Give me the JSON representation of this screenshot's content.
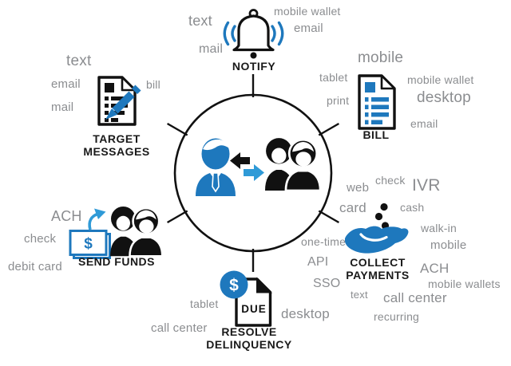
{
  "colors": {
    "icon_blue": "#1e78bd",
    "arrow_light_blue": "#2f9ad7",
    "icon_black": "#111111",
    "keyword_gray": "#8b8d90",
    "label_black": "#1a1a1a"
  },
  "groups": {
    "notify": {
      "label": "NOTIFY",
      "keywords": {
        "text": "text",
        "mail": "mail",
        "mobile_wallet": "mobile wallet",
        "email": "email"
      }
    },
    "target_messages": {
      "label_line1": "TARGET",
      "label_line2": "MESSAGES",
      "keywords": {
        "text": "text",
        "email": "email",
        "mail": "mail",
        "bill": "bill"
      }
    },
    "bill": {
      "label": "BILL",
      "keywords": {
        "mobile": "mobile",
        "tablet": "tablet",
        "print": "print",
        "mobile_wallet": "mobile wallet",
        "desktop": "desktop",
        "email": "email"
      }
    },
    "collect_payments": {
      "label_line1": "COLLECT",
      "label_line2": "PAYMENTS",
      "keywords": {
        "web": "web",
        "check": "check",
        "ivr": "IVR",
        "card": "card",
        "cash": "cash",
        "walk_in": "walk-in",
        "one_time": "one-time",
        "mobile": "mobile",
        "api": "API",
        "ach": "ACH",
        "sso": "SSO",
        "mobile_wallets": "mobile wallets",
        "text": "text",
        "call_center": "call center",
        "recurring": "recurring"
      }
    },
    "resolve_delinquency": {
      "label_line1": "RESOLVE",
      "label_line2": "DELINQUENCY",
      "due_text": "DUE",
      "dollar_sign": "$",
      "keywords": {
        "tablet": "tablet",
        "call_center": "call center",
        "desktop": "desktop"
      }
    },
    "send_funds": {
      "label": "SEND FUNDS",
      "dollar_sign": "$",
      "keywords": {
        "ach": "ACH",
        "check": "check",
        "debit_card": "debit card"
      }
    }
  }
}
